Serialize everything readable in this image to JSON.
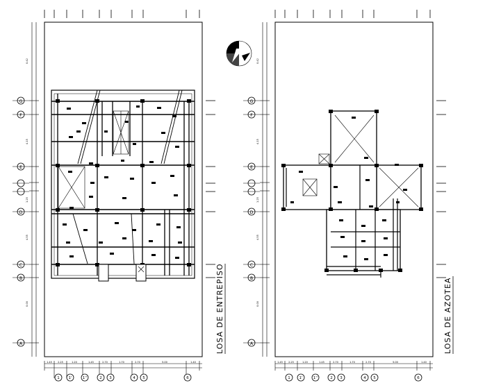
{
  "sheets": [
    {
      "title": "LOSA DE ENTREPISO",
      "grid_rows": [
        "G",
        "F",
        "E",
        "D",
        "C",
        "B",
        "A"
      ],
      "grid_cols": [
        "1",
        "1'",
        "1''",
        "2",
        "3",
        "4",
        "5",
        "6"
      ],
      "vertical_dims": [
        "0.42",
        "4.15",
        "1.25",
        "4.55",
        "0.00"
      ],
      "horizontal_dims": [
        "1.45",
        "2.25",
        "1.20",
        "1.45",
        "2.70",
        "1.70",
        "2.70",
        "5.00",
        "1.40"
      ]
    },
    {
      "title": "LOSA DE AZOTEA",
      "grid_rows": [
        "G",
        "F",
        "E",
        "D",
        "C",
        "B",
        "A"
      ],
      "grid_cols": [
        "1",
        "1'",
        "1''",
        "2",
        "3",
        "4",
        "5",
        "6"
      ],
      "vertical_dims": [
        "0.42",
        "4.15",
        "1.25",
        "4.55",
        "0.00"
      ],
      "horizontal_dims": [
        "1.45",
        "2.25",
        "1.20",
        "1.45",
        "2.70",
        "1.70",
        "2.70",
        "5.00",
        "1.40"
      ]
    }
  ],
  "north_arrow": "north-arrow-icon"
}
